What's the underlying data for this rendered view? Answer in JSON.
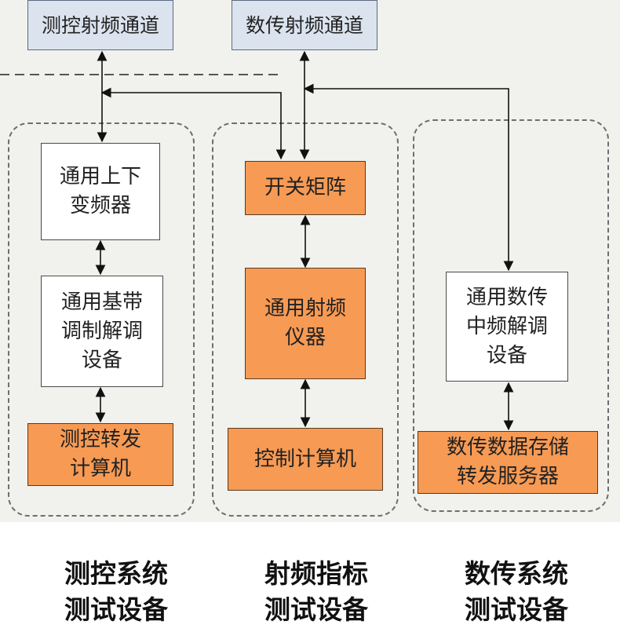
{
  "channels": {
    "tt_rf": "测控射频通道",
    "dt_rf": "数传射频通道"
  },
  "tt_group": {
    "updown": "通用上下\n变频器",
    "baseband": "通用基带\n调制解调\n设备",
    "computer": "测控转发\n计算机"
  },
  "rf_group": {
    "switch": "开关矩阵",
    "instrument": "通用射频\n仪器",
    "computer": "控制计算机"
  },
  "dt_group": {
    "demod": "通用数传\n中频解调\n设备",
    "server": "数传数据存储\n转发服务器"
  },
  "captions": {
    "tt": "测控系统\n测试设备",
    "rf": "射频指标\n测试设备",
    "dt": "数传系统\n测试设备"
  },
  "colors": {
    "orange": "#f79a53",
    "channel_fill": "#dbe3ee",
    "background": "#f1f2ee"
  }
}
